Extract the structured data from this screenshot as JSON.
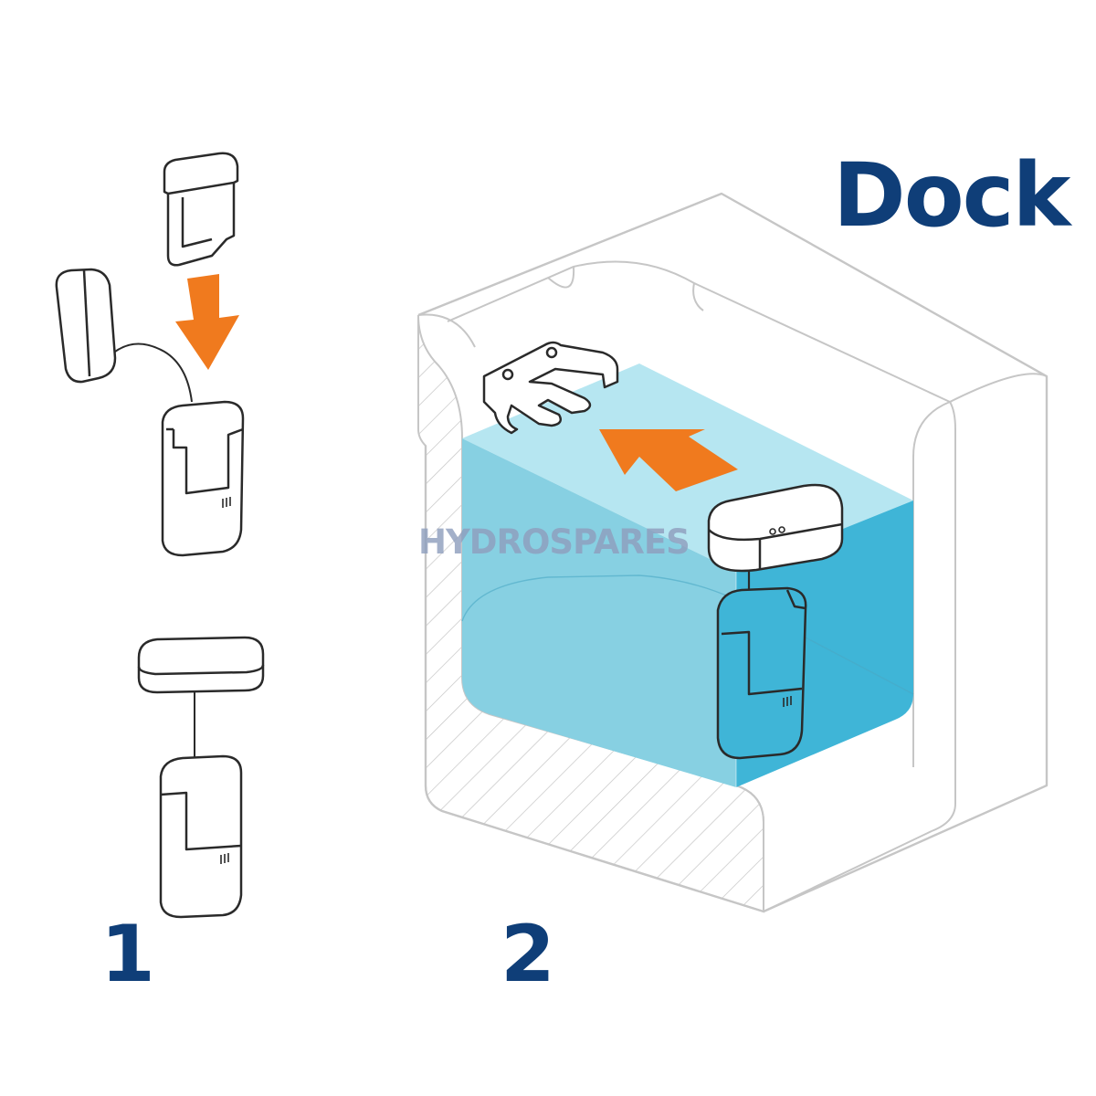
{
  "title": "Dock",
  "steps": [
    "1",
    "2"
  ],
  "watermark": "HYDROSPARES",
  "colors": {
    "title": "#0f3e78",
    "steps": "#0f3e78",
    "arrow": "#f07a1e",
    "water_top": "#b6e6f1",
    "water_front": "#87d0e2",
    "water_side": "#3fb5d7",
    "outline": "#2a2a2a",
    "tub_outline": "#c6c6c6",
    "watermark": "#8f9fbe"
  },
  "icons": [
    "down-arrow-icon",
    "left-arrow-icon",
    "sensor-probe-icon",
    "transmitter-icon",
    "dock-clip-icon",
    "tub-icon"
  ]
}
